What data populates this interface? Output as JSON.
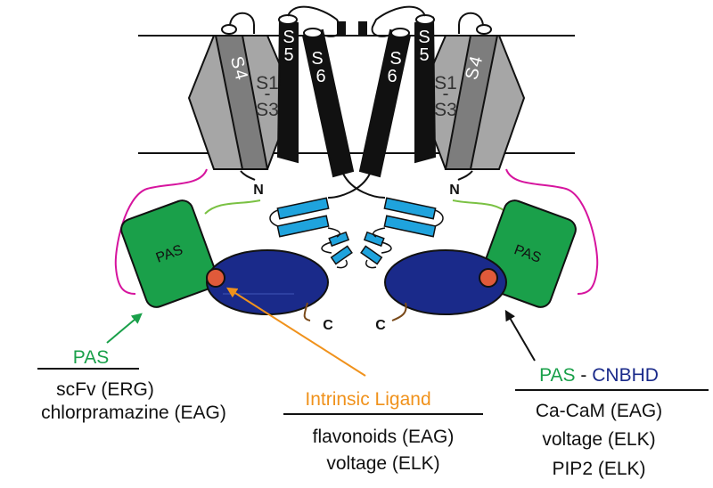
{
  "colors": {
    "pas": "#1aa04a",
    "pas_label": "#1aa04a",
    "cnbhd": "#1a2a8a",
    "ligand": "#f0921c",
    "ligand_dot": "#e05a3a",
    "helix": "#1fa3dd",
    "linker": "#d6149e",
    "linker_green": "#7ac143",
    "c_tail": "#7a4a1a",
    "s4_dark": "#7d7d7d",
    "s13_gray": "#a6a6a6",
    "pore_black": "#111111"
  },
  "helix_labels": {
    "s4_left": [
      "S",
      "4"
    ],
    "s13_left": [
      "S1",
      "-",
      "S3"
    ],
    "s5_left": [
      "S",
      "5"
    ],
    "s6_left": [
      "S",
      "6"
    ],
    "s6_right": [
      "S",
      "6"
    ],
    "s5_right": [
      "S",
      "5"
    ],
    "s13_right": [
      "S1",
      "-",
      "S3"
    ],
    "s4_right": [
      "S",
      "4"
    ]
  },
  "terminals": {
    "n_left": "N",
    "n_right": "N",
    "c_left": "C",
    "c_right": "C"
  },
  "domains": {
    "pas_left": "PAS",
    "pas_right": "PAS"
  },
  "annotations": {
    "pas_site": {
      "title": "PAS",
      "lines": [
        "scFv (ERG)",
        "chlorpramazine (EAG)"
      ]
    },
    "intrinsic_ligand": {
      "title": "Intrinsic Ligand",
      "lines": [
        "flavonoids (EAG)",
        "voltage (ELK)"
      ]
    },
    "pas_cnbhd": {
      "title_pas": "PAS",
      "title_sep": " - ",
      "title_cnbhd": "CNBHD",
      "lines": [
        "Ca-CaM (EAG)",
        "voltage (ELK)",
        "PIP2 (ELK)"
      ]
    }
  }
}
